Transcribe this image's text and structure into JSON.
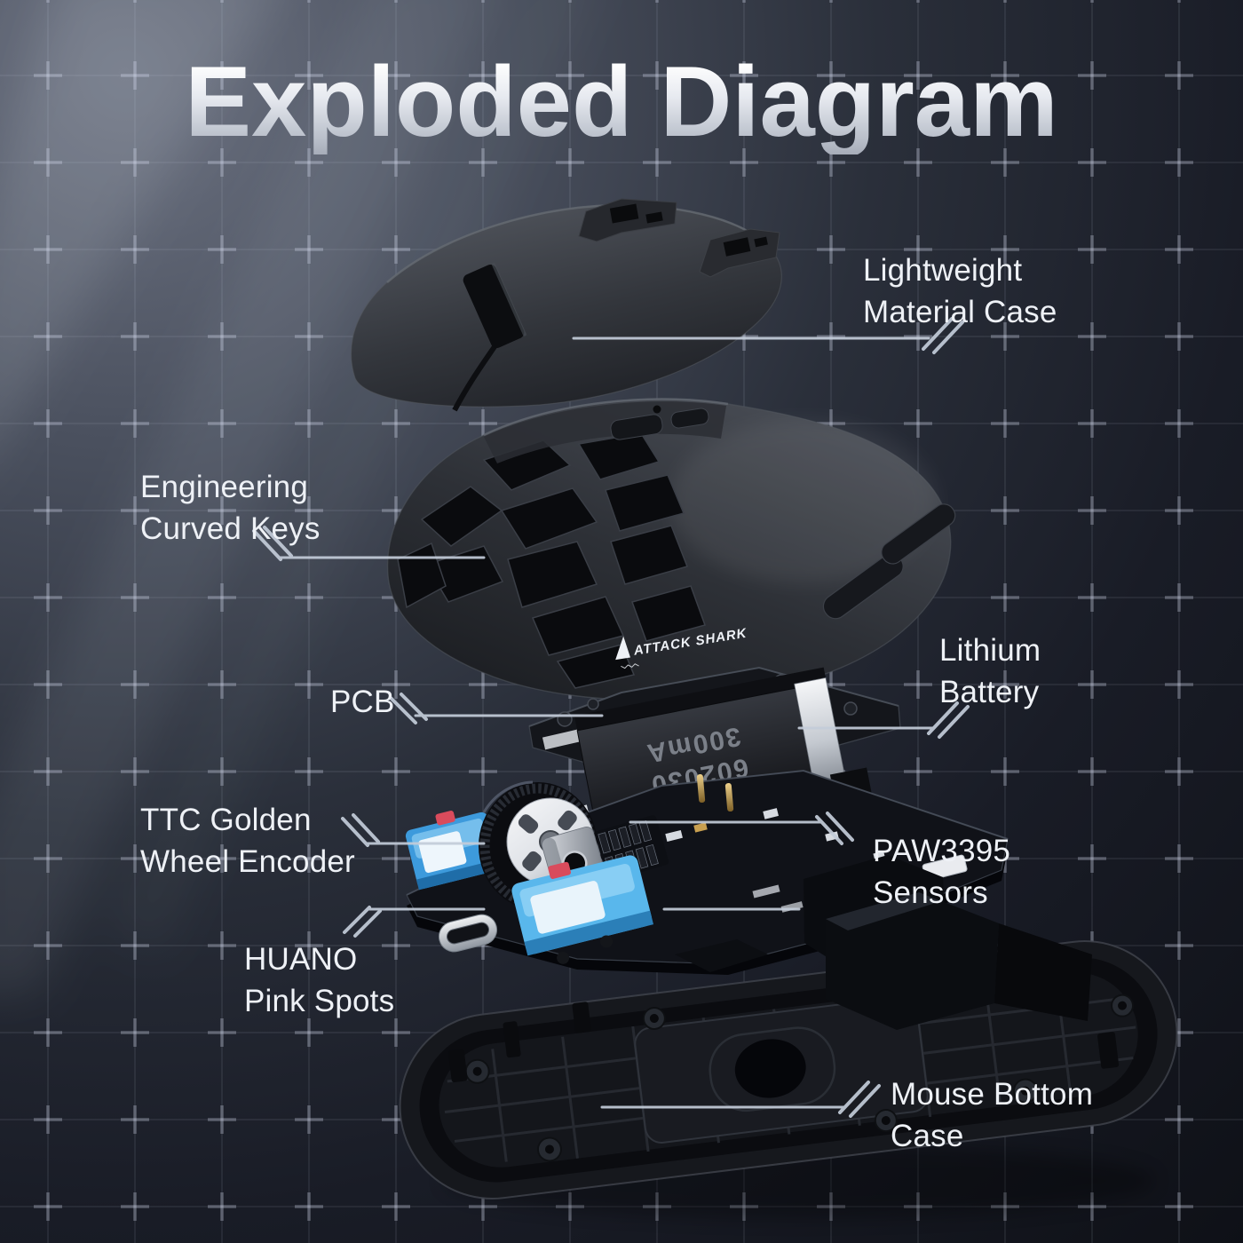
{
  "title": "Exploded Diagram",
  "brand": {
    "logo_text": "ATTACK SHARK"
  },
  "battery": {
    "model": "602030",
    "capacity": "300mA"
  },
  "labels": {
    "lightweight_material_case": {
      "line1": "Lightweight",
      "line2": "Material Case"
    },
    "engineering_curved_keys": {
      "line1": "Engineering",
      "line2": "Curved Keys"
    },
    "lithium_battery": {
      "line1": "Lithium",
      "line2": "Battery"
    },
    "pcb": {
      "line1": "PCB"
    },
    "ttc_golden_wheel_encoder": {
      "line1": "TTC Golden",
      "line2": "Wheel Encoder"
    },
    "paw3395_sensors": {
      "line1": "PAW3395",
      "line2": "Sensors"
    },
    "huano_pink_spots": {
      "line1": "HUANO",
      "line2": "Pink Spots"
    },
    "mouse_bottom_case": {
      "line1": "Mouse Bottom",
      "line2": "Case"
    }
  },
  "colors": {
    "background_light": "#6d7382",
    "background_dark": "#0e1016",
    "label_text": "#eef1f6",
    "leader_line": "#c3ccd9",
    "switch_blue": "#59b7ec",
    "switch_spot_pink": "#d94b5c",
    "title_gradient_top": "#ffffff",
    "title_gradient_bottom": "#a7adb9"
  }
}
